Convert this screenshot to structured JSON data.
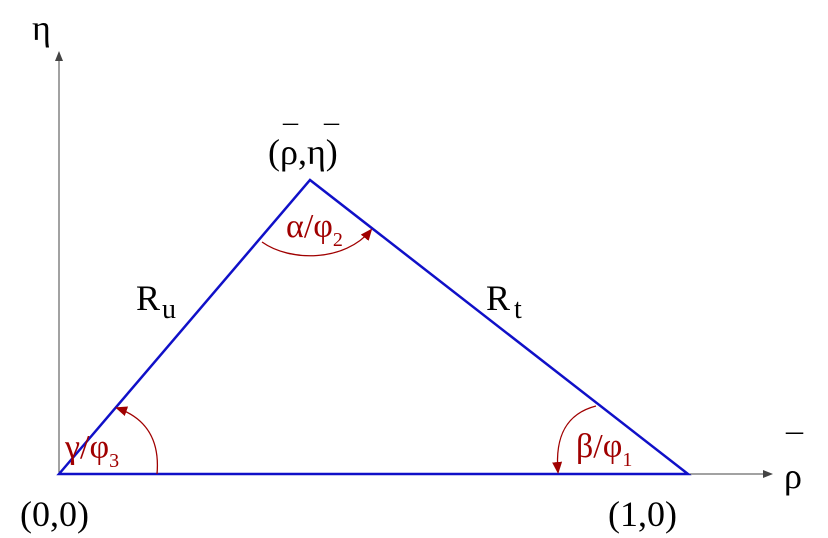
{
  "colors": {
    "triangle": "#1010c8",
    "angle_arcs": "#a00000",
    "axes": "#444444",
    "text": "#000000"
  },
  "axes": {
    "y_label_symbol": "η",
    "y_label_bar": "¯",
    "x_label_symbol": "ρ",
    "x_label_bar": "¯"
  },
  "vertices": {
    "origin": "(0,0)",
    "unit": "(1,0)",
    "apex_open": "(",
    "apex_rho": "ρ",
    "apex_comma": ",",
    "apex_eta": "η",
    "apex_close": ")"
  },
  "sides": {
    "left_main": "R",
    "left_sub": "u",
    "right_main": "R",
    "right_sub": "t"
  },
  "angles": {
    "alpha_main": "α/φ",
    "alpha_sub": "2",
    "beta_main": "β/φ",
    "beta_sub": "1",
    "gamma_main": "γ/φ",
    "gamma_sub": "3"
  }
}
